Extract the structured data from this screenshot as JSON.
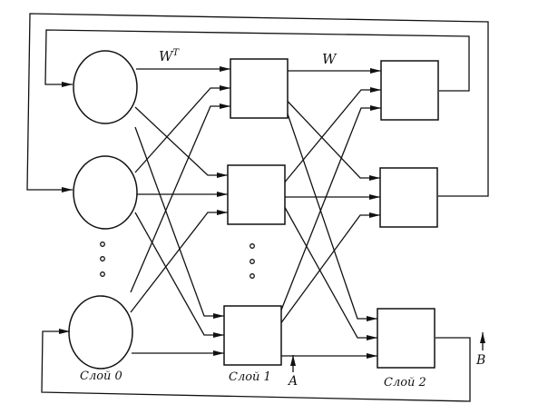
{
  "diagram": {
    "weight_labels": {
      "forward_transposed": "W",
      "forward_transposed_sup": "T",
      "forward": "W"
    },
    "layers": [
      {
        "label": "Слой 0",
        "shape": "circle",
        "nodes": 3
      },
      {
        "label": "Слой 1",
        "shape": "box",
        "nodes": 3
      },
      {
        "label": "Слой 2",
        "shape": "box",
        "nodes": 3
      }
    ],
    "inputs": {
      "a": "A",
      "b": "B"
    },
    "ellipsis": "...",
    "colors": {
      "line": "#111111",
      "background": "#ffffff"
    }
  }
}
